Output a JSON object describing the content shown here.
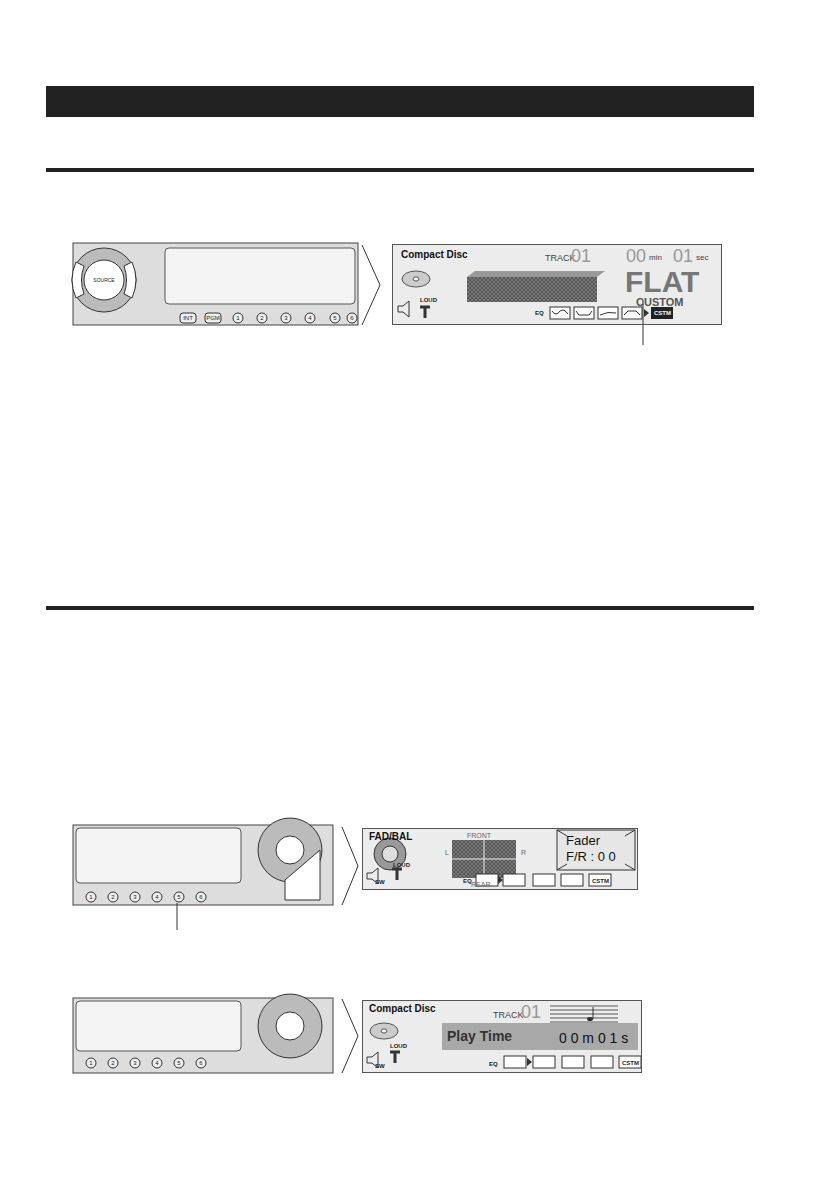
{
  "diagram": {
    "nodes": [
      {
        "text": [
          "Compact Disc",
          "TRACK",
          "01",
          "00",
          "min",
          "01",
          "sec",
          "FLAT",
          "CUSTOM",
          "LOUD",
          "EQ",
          "CSTM"
        ]
      },
      {
        "text": [
          "FAD/BAL",
          "FRONT",
          "REAR",
          "L",
          "R",
          "Fader",
          "F/R : 0 0",
          "SW",
          "LOUD",
          "EQ",
          "CSTM"
        ]
      },
      {
        "text": [
          "Compact Disc",
          "TRACK",
          "01",
          "Play Time",
          "0 0 m 0 1 s",
          "SW",
          "LOUD",
          "EQ",
          "CSTM"
        ]
      }
    ],
    "labels": [
      "SOURCE",
      "INT",
      "PGM",
      "1",
      "2",
      "3",
      "4",
      "5",
      "6",
      "1",
      "2",
      "3",
      "4",
      "5",
      "6",
      "1",
      "2",
      "3",
      "4",
      "5",
      "6"
    ]
  }
}
